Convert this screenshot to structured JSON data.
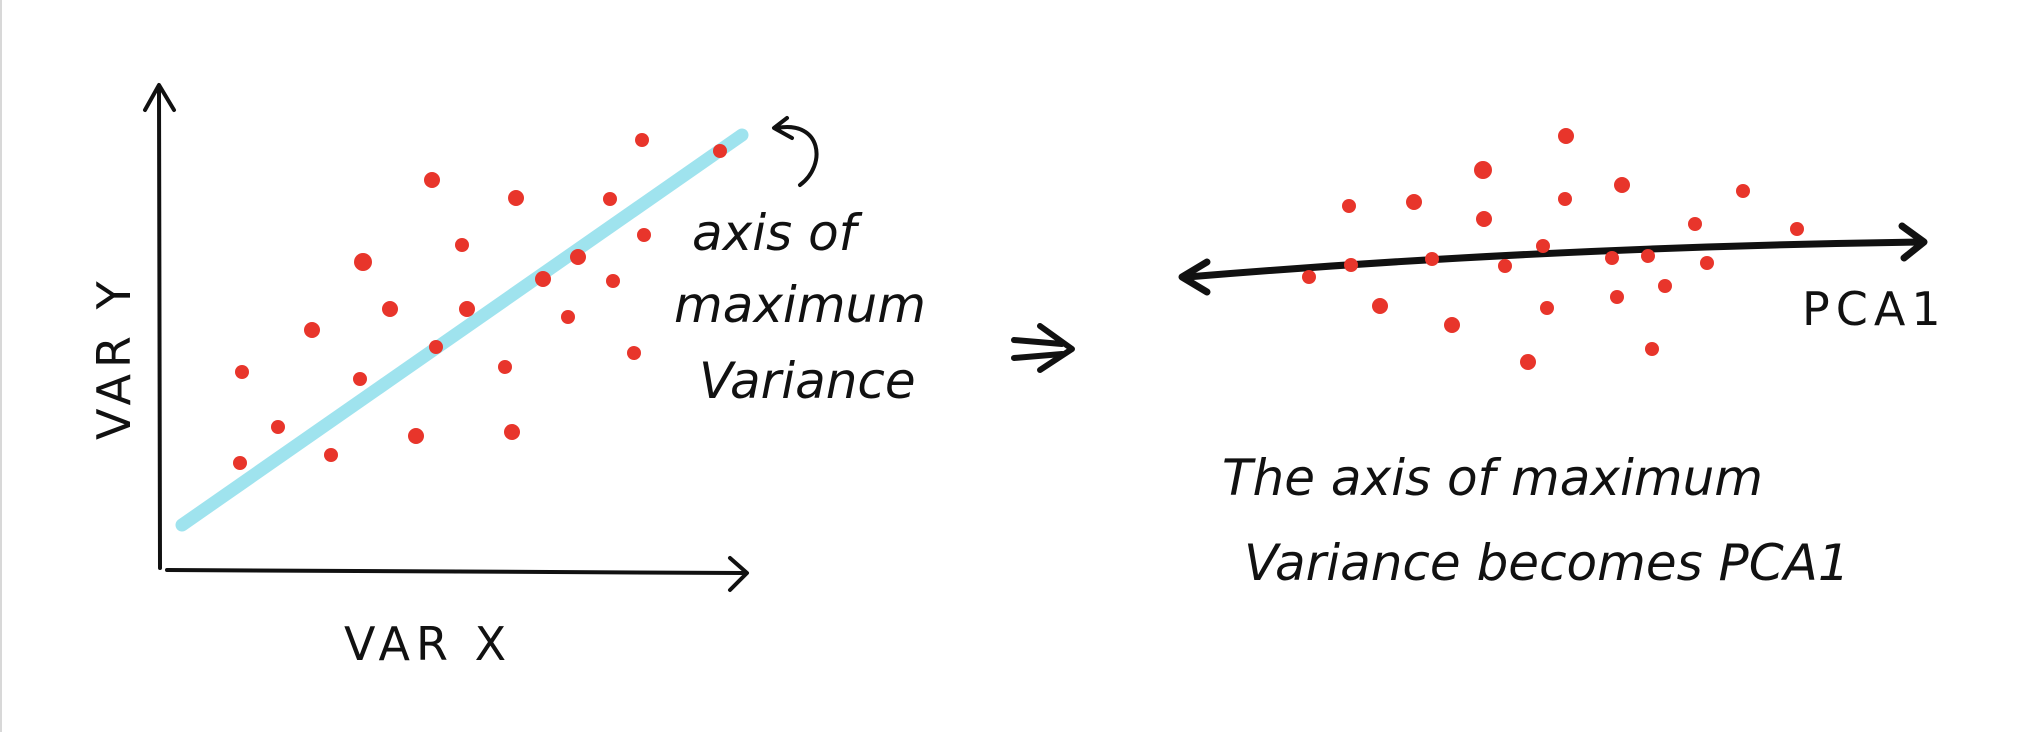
{
  "left_plot": {
    "y_axis_label": "VAR Y",
    "x_axis_label": "VAR X",
    "fit_line_label": [
      "axis of",
      "maximum",
      "Variance"
    ],
    "point_color": "#e8352b",
    "fit_line_color": "#9fe3ee"
  },
  "arrow_label": "⇒",
  "right_plot": {
    "axis_label": "PCA1",
    "caption": [
      "The axis of maximum",
      "Variance becomes PCA1"
    ],
    "point_color": "#e8352b"
  }
}
